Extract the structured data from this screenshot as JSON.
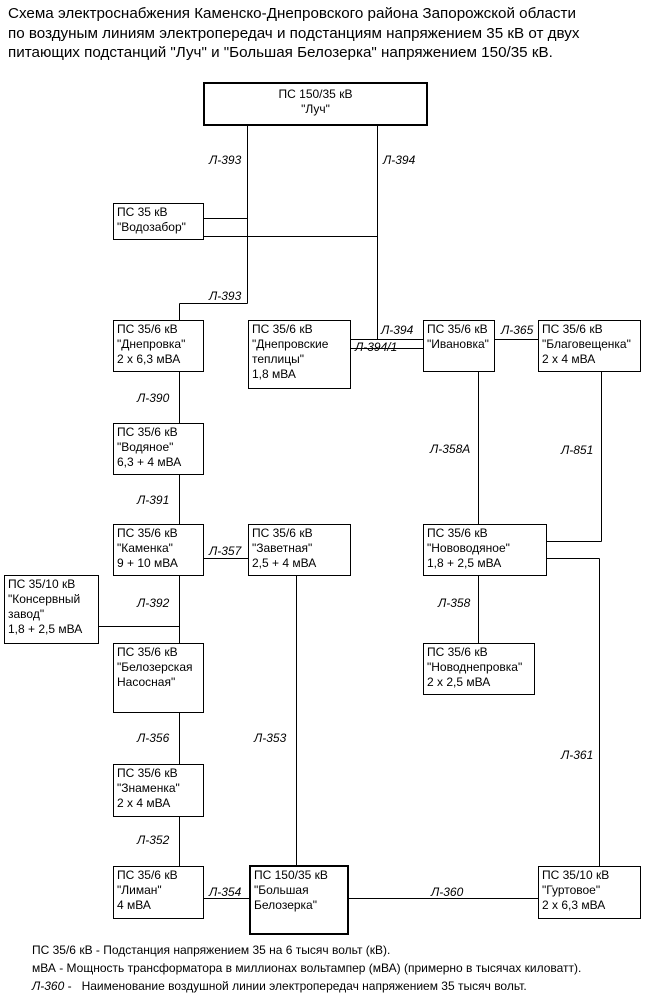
{
  "title": {
    "line1": "Схема электроснабжения Каменско-Днепровского района Запорожской области",
    "line2": "по воздуным линиям электропередач и подстанциям напряжением 35 кВ от двух",
    "line3": "питающих подстанций \"Луч\" и \"Большая Белозерка\" напряжением 150/35 кВ."
  },
  "substations": {
    "luch": [
      "ПС 150/35 кВ",
      "\"Луч\""
    ],
    "vodozabor": [
      "ПС 35 кВ",
      "\"Водозабор\""
    ],
    "dneprovka": [
      "ПС 35/6 кВ",
      "\"Днепровка\"",
      "2 х 6,3 мВА"
    ],
    "teplitsy": [
      "ПС 35/6 кВ",
      "\"Днепровские",
      " теплицы\"",
      " 1,8 мВА"
    ],
    "ivanovka": [
      "ПС 35/6 кВ",
      "\"Ивановка\""
    ],
    "blagoveshchenka": [
      "ПС 35/6 кВ",
      "\"Благовещенка\"",
      " 2 х 4 мВА"
    ],
    "vodyanoe": [
      "ПС 35/6 кВ",
      "\"Водяное\"",
      "6,3 + 4 мВА"
    ],
    "kamenka": [
      "ПС 35/6 кВ",
      "\"Каменка\"",
      "9 + 10 мВА"
    ],
    "zavetnaya": [
      "ПС 35/6 кВ",
      "\"Заветная\"",
      " 2,5 + 4 мВА"
    ],
    "novovodyanoe": [
      "ПС 35/6 кВ",
      "\"Нововодяное\"",
      " 1,8 + 2,5 мВА"
    ],
    "konservny": [
      "ПС 35/10 кВ",
      "\"Консервный",
      "завод\"",
      " 1,8 + 2,5 мВА"
    ],
    "belozerskaya": [
      "ПС 35/6 кВ",
      "\"Белозерская",
      "Насосная\""
    ],
    "novodneprovka": [
      "ПС 35/6 кВ",
      "\"Новоднепровка\"",
      " 2 х 2,5 мВА"
    ],
    "znamenka": [
      "ПС 35/6 кВ",
      "\"Знаменка\"",
      " 2 х 4 мВА"
    ],
    "liman": [
      "ПС 35/6 кВ",
      "\"Лиман\"",
      "  4 мВА"
    ],
    "bolshaya": [
      "ПС 150/35 кВ",
      "\"Большая",
      "Белозерка\""
    ],
    "gurtovoe": [
      "ПС 35/10 кВ",
      "\"Гуртовое\"",
      " 2 х 6,3 мВА"
    ]
  },
  "lines": {
    "l393_top": "Л-393",
    "l394_top": "Л-394",
    "l393_mid": "Л-393",
    "l394_right": "Л-394",
    "l394_1": "Л-394/1",
    "l365": "Л-365",
    "l390": "Л-390",
    "l358a": "Л-358А",
    "l851": "Л-851",
    "l391": "Л-391",
    "l357": "Л-357",
    "l392": "Л-392",
    "l358": "Л-358",
    "l356": "Л-356",
    "l353": "Л-353",
    "l361": "Л-361",
    "l352": "Л-352",
    "l354": "Л-354",
    "l360": "Л-360"
  },
  "legend": {
    "line1": "ПС 35/6 кВ - Подстанция напряжением 35 на 6 тысяч вольт (кВ).",
    "line2": "мВА - Мощность трансформатора в миллионах вольтампер (мВА) (примерно в тысячах киловатт).",
    "line3_term": "Л-360",
    "line3_text": " -   Наименование воздушной линии электропередач напряжением 35 тысяч вольт."
  }
}
